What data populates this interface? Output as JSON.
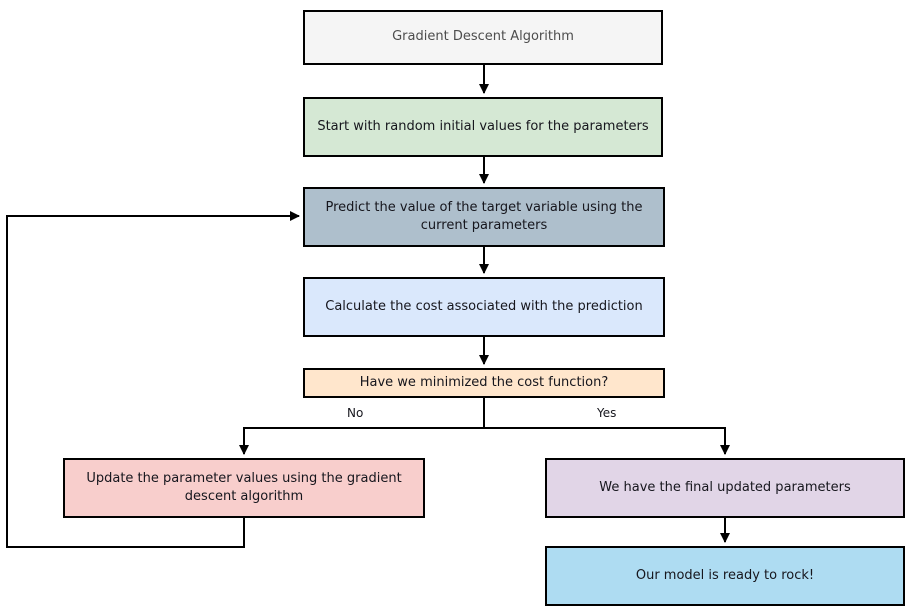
{
  "diagram": {
    "type": "flowchart",
    "stroke_color": "#000000",
    "text_color": "#16161d",
    "nodes": {
      "title": {
        "label": "Gradient Descent Algorithm",
        "fill": "#f5f5f5",
        "text_color": "#4d4d4d"
      },
      "start": {
        "label": "Start with random initial values for the parameters",
        "fill": "#d5e8d4"
      },
      "predict": {
        "label": "Predict the value of the target variable using the current parameters",
        "fill": "#aebfcc"
      },
      "cost": {
        "label": "Calculate the cost associated with the prediction",
        "fill": "#dae8fc"
      },
      "decision": {
        "label": "Have we minimized the cost function?",
        "fill": "#ffe6cc"
      },
      "update": {
        "label": "Update the parameter values using the gradient descent algorithm",
        "fill": "#f8cecc"
      },
      "final_params": {
        "label": "We have the final updated parameters",
        "fill": "#e1d5e7"
      },
      "ready": {
        "label": "Our model is ready to rock!",
        "fill": "#aedcf2"
      }
    },
    "edge_labels": {
      "no": "No",
      "yes": "Yes"
    },
    "edges": [
      "title -> start",
      "start -> predict",
      "predict -> cost",
      "cost -> decision",
      "decision -> update (No)",
      "decision -> final_params (Yes)",
      "final_params -> ready",
      "update -> predict (feedback loop)"
    ]
  }
}
